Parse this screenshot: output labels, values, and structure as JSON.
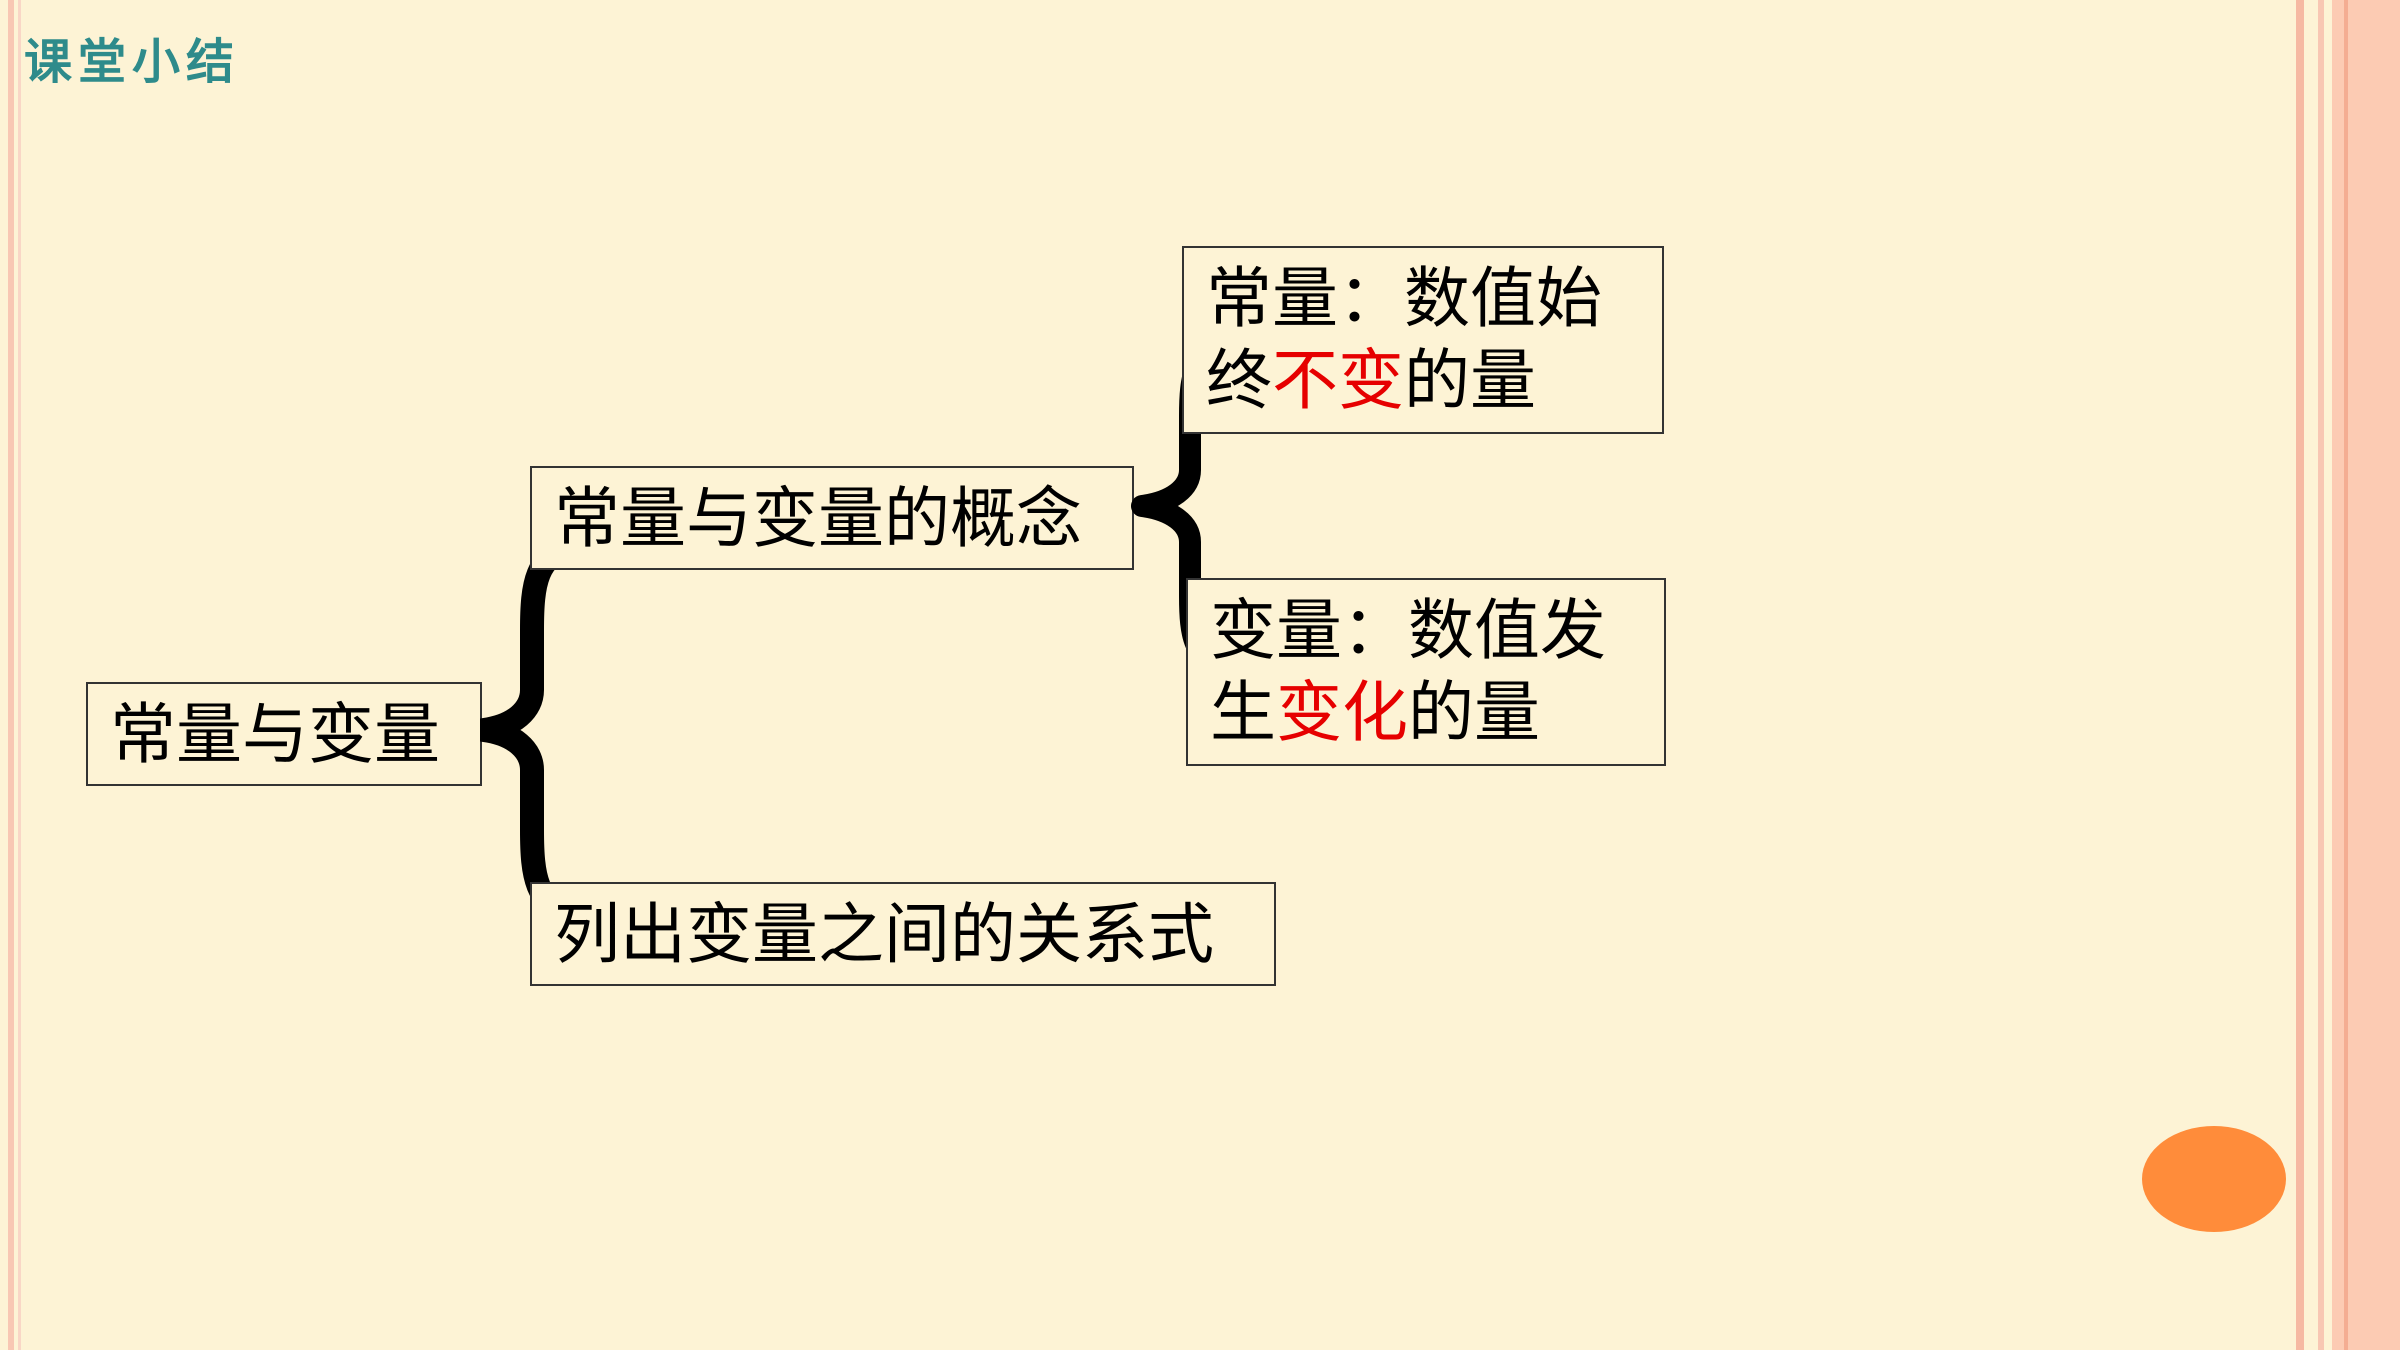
{
  "slide": {
    "section_title": "课堂小结",
    "colors": {
      "background": "#fdf3d5",
      "title": "#2e8b8b",
      "highlight": "#e60000",
      "accent_dot": "#ff8c3a",
      "border_stripe": "#f6b9a2"
    }
  },
  "diagram": {
    "root": "常量与变量",
    "branch_concept": "常量与变量的概念",
    "branch_relation": "列出变量之间的关系式",
    "constant": {
      "prefix": "常量：数值始终",
      "highlight": "不变",
      "suffix": "的量"
    },
    "variable": {
      "prefix": "变量：数值发生",
      "highlight": "变化",
      "suffix": "的量"
    }
  }
}
